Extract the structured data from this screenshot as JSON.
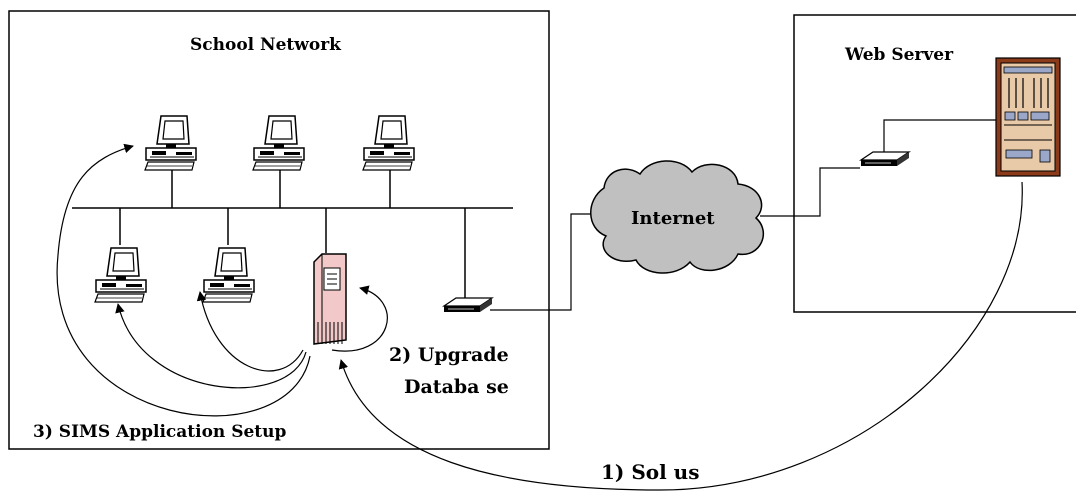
{
  "labels": {
    "school_network": "School Network",
    "web_server": "Web Server",
    "internet": "Internet",
    "upgrade_line1": "2) Upgrade",
    "upgrade_line2": "Databa se",
    "sims_setup": "3) SIMS Application Setup",
    "solus": "1) Sol us"
  },
  "colors": {
    "line": "#000000",
    "background": "#ffffff",
    "cloud": "#c0c0c0",
    "server_pink": "#f2c8c8",
    "rack_tan": "#e8c9a8",
    "rack_frame": "#8b3a1a"
  },
  "icons": [
    "computer-icon",
    "modem-icon",
    "school-server-icon",
    "web-server-rack-icon",
    "internet-cloud-icon"
  ]
}
